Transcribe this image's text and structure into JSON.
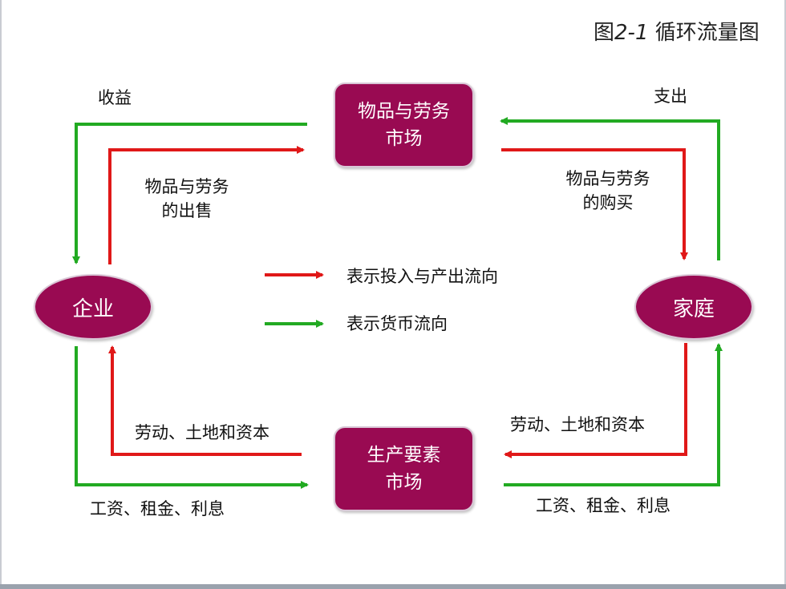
{
  "title": {
    "prefix": "图",
    "number": "2-1",
    "text": " 循环流量图"
  },
  "nodes": {
    "goods_market": {
      "line1": "物品与劳务",
      "line2": "市场"
    },
    "factor_market": {
      "line1": "生产要素",
      "line2": "市场"
    },
    "firm": "企业",
    "household": "家庭"
  },
  "labels": {
    "revenue": "收益",
    "spending": "支出",
    "goods_sold_1": "物品与劳务",
    "goods_sold_2": "的出售",
    "goods_bought_1": "物品与劳务",
    "goods_bought_2": "的购买",
    "labor_left": "劳动、土地和资本",
    "labor_right": "劳动、土地和资本",
    "wages_left": "工资、租金、利息",
    "wages_right": "工资、租金、利息"
  },
  "legend": {
    "input_output": "表示投入与产出流向",
    "money": "表示货币流向"
  },
  "colors": {
    "red_flow": "#e01818",
    "green_flow": "#22aa22",
    "node_fill": "#990a52"
  }
}
